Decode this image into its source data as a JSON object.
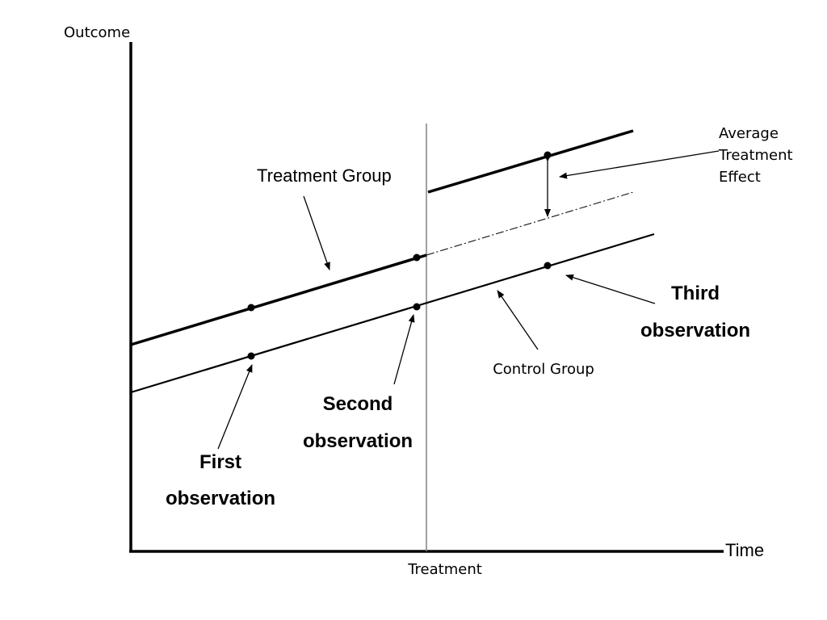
{
  "axes": {
    "y_label": "Outcome",
    "x_label": "Time",
    "treatment_label": "Treatment"
  },
  "lines": {
    "treatment_group": "Treatment Group",
    "control_group": "Control Group"
  },
  "annotations": {
    "ate_line1": "Average",
    "ate_line2": "Treatment",
    "ate_line3": "Effect",
    "first_line1": "First",
    "first_line2": "observation",
    "second_line1": "Second",
    "second_line2": "observation",
    "third_line1": "Third",
    "third_line2": "observation"
  },
  "colors": {
    "ink": "#000000",
    "divider": "#808080"
  }
}
